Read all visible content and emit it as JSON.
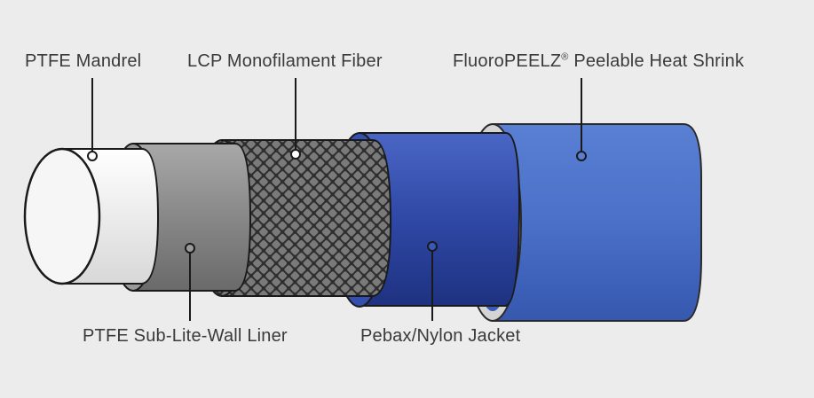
{
  "labels": {
    "mandrel": "PTFE Mandrel",
    "fiber": "LCP Monofilament Fiber",
    "shrink": "FluoroPEELZ",
    "shrink_mark": "®",
    "shrink_rest": " Peelable Heat Shrink",
    "liner": "PTFE Sub-Lite-Wall Liner",
    "jacket": "Pebax/Nylon Jacket"
  },
  "colors": {
    "background": "#ececec",
    "mandrel": "#f4f4f4",
    "liner": "#8a8a8a",
    "braid": "#4a4a4a",
    "jacket": "#3550b0",
    "shrink": "#4a70c8",
    "shrink_rim": "#d8d8d8"
  }
}
